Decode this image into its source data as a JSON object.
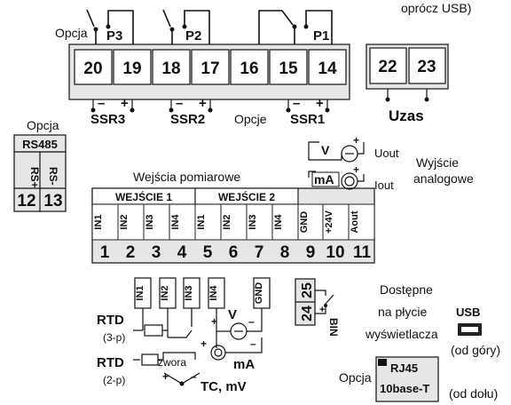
{
  "top_right_text": "oprócz USB)",
  "relays": {
    "opcja_label": "Opcja",
    "p3": "P3",
    "p2": "P2",
    "p1": "P1"
  },
  "top_terminals": [
    "20",
    "19",
    "18",
    "17",
    "16",
    "15",
    "14"
  ],
  "uzas_terminals": [
    "22",
    "23"
  ],
  "ssr_labels": {
    "ssr3": "SSR3",
    "ssr2": "SSR2",
    "opcje": "Opcje",
    "ssr1": "SSR1",
    "uzas": "Uzas"
  },
  "sign_minus": "–",
  "sign_plus": "+",
  "rs485": {
    "opcja_label": "Opcja",
    "title": "RS485",
    "pins": [
      "RS+",
      "RS-"
    ],
    "terminals": [
      "12",
      "13"
    ]
  },
  "inputs": {
    "title": "Wejścia pomiarowe",
    "group1": "WEJŚCIE 1",
    "group2": "WEJŚCIE 2",
    "pins": [
      "IN1",
      "IN2",
      "IN3",
      "IN4",
      "IN1",
      "IN2",
      "IN3",
      "IN4",
      "GND",
      "+24V",
      "Aout"
    ],
    "terminals": [
      "1",
      "2",
      "3",
      "4",
      "5",
      "6",
      "7",
      "8",
      "9",
      "10",
      "11"
    ]
  },
  "analog_output": {
    "v": "V",
    "ma": "mA",
    "uout": "Uout",
    "iout": "Iout",
    "title_line1": "Wyjście",
    "title_line2": "analogowe"
  },
  "wiring": {
    "pins": [
      "IN1",
      "IN2",
      "IN3",
      "IN4",
      "GND"
    ],
    "rtd": "RTD",
    "rtd3": "(3-p)",
    "rtd2": "(2-p)",
    "zwora": "zwora",
    "v": "V",
    "ma": "mA",
    "tc": "TC, mV"
  },
  "bin": {
    "terminals": [
      "25",
      "24"
    ],
    "label": "BIN"
  },
  "display": {
    "line1": "Dostępne",
    "line2": "na płycie",
    "line3": "wyświetlacza",
    "usb": "USB",
    "usb_note": "(od góry)",
    "opcja": "Opcja",
    "rj45": "RJ45",
    "base": "10base-T",
    "rj45_note": "(od dołu)"
  }
}
